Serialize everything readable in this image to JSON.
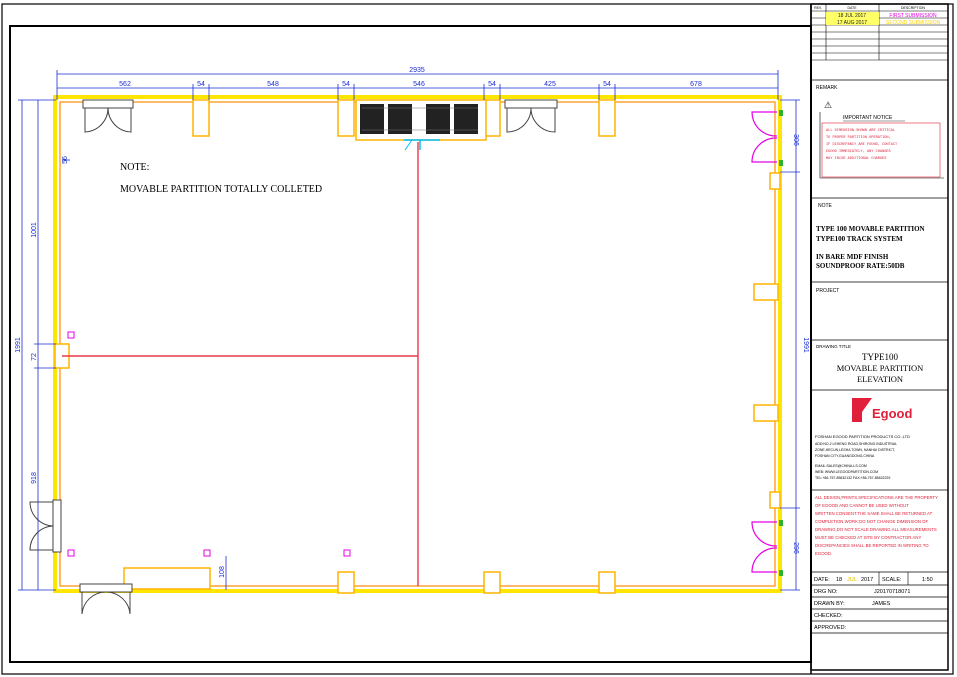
{
  "revisions": {
    "headers": [
      "REV.",
      "DATE",
      "DESCRIPTION"
    ],
    "rows": [
      {
        "rev": "",
        "date": "18  JUL  2017",
        "desc": "FIRST SUBMISSION"
      },
      {
        "rev": "",
        "date": "17  AUG  2017",
        "desc": "SECOND SUBMISSION"
      }
    ]
  },
  "remark": {
    "label": "REMARK",
    "notice_title": "IMPORTANT NOTICE",
    "notice_lines": [
      "ALL DIMENSION SHOWN ARE CRITICAL",
      "TO PROPER PARTITION OPERATION,",
      "IF DISCREPANCY ARE FOUND, CONTACT",
      "EGOOD IMMEDIATELY, ANY CHANGES",
      "MAY INCUR ADDITIONAL CHARGES"
    ]
  },
  "note_section": {
    "label": "NOTE",
    "lines": [
      "TYPE 100 MOVABLE PARTITION",
      "TYPE100 TRACK SYSTEM",
      "IN BARE MDF FINISH",
      "SOUNDPROOF RATE:50DB"
    ]
  },
  "project": {
    "label": "PROJECT"
  },
  "drawing_title": {
    "label": "DRAWING TITLE",
    "lines": [
      "TYPE100",
      "MOVABLE PARTITION",
      "ELEVATION"
    ]
  },
  "company": {
    "logo_text": "Egood",
    "lines": [
      "FOSHAN EGOOD PARTITION PRODUCTS CO.,LTD",
      "ADD:NO.2 LEHENG ROAD,SHIRONG INDUSTRIAL",
      "ZONE,HECUN,LESHA TOWN, NANHAI DISTRICT,",
      "FOSHAN CITY,GUANGDONG,CHINA",
      "EMAIL:SALES@CHINA-LS.COM",
      "WEB: WWW.LEGOODPARTITION.COM",
      "TEL:+86-757-85632132   FAX:+86-757-85622229"
    ]
  },
  "disclaimer": [
    "ALL DESIGN,PRINTS,SPECIFICATIONS ARE THE PROPERTY",
    "OF EGOOD AND CANNOT BE USED WITHOUT",
    "WRITTEN CONSENT.THE SAME SHALL BE RETURNED AT",
    "COMPLETION.WORK:DO NOT CHANGE DIMENSION OF",
    "DRAWING,DO NOT SCALE DRAWING.ALL MEASUREMENTS",
    "MUST BE CHECKED AT SITE BY CONTRACTOR.ANY",
    "DISCREPANCIES SHALL BE REPORTED IN WRITING TO",
    "EGOOD."
  ],
  "fields": {
    "date_label": "DATE:",
    "date_day": "18",
    "date_month": "JUL",
    "date_year": "2017",
    "scale_label": "SCALE:",
    "scale_value": "1:50",
    "drg_label": "DRG NO:",
    "drg_value": "J20170718071",
    "drawn_label": "DRAWN BY:",
    "drawn_value": "JAMES",
    "checked_label": "CHECKED:",
    "approved_label": "APPROVED:"
  },
  "plan": {
    "note_title": "NOTE:",
    "note_text": "MOVABLE PARTITION TOTALLY COLLETED",
    "dims_top_total": "2935",
    "dims_top": [
      "562",
      "54",
      "548",
      "54",
      "546",
      "54",
      "425",
      "54",
      "678"
    ],
    "dims_left": [
      "1001",
      "1991",
      "72",
      "918",
      "56"
    ],
    "dims_right": [
      "306",
      "1991",
      "296"
    ],
    "dim_bottom_small": "108"
  },
  "colors": {
    "wall": "#ffe600",
    "wall_inner": "#ff8c00",
    "partition": "#e8384a",
    "dimension": "#1a2bd6",
    "door": "#444444",
    "door_magenta": "#e600e6",
    "frame": "#000000",
    "revision_highlight": "#ffff66",
    "notice_red": "#e0203a",
    "logo_red": "#e0203a"
  }
}
